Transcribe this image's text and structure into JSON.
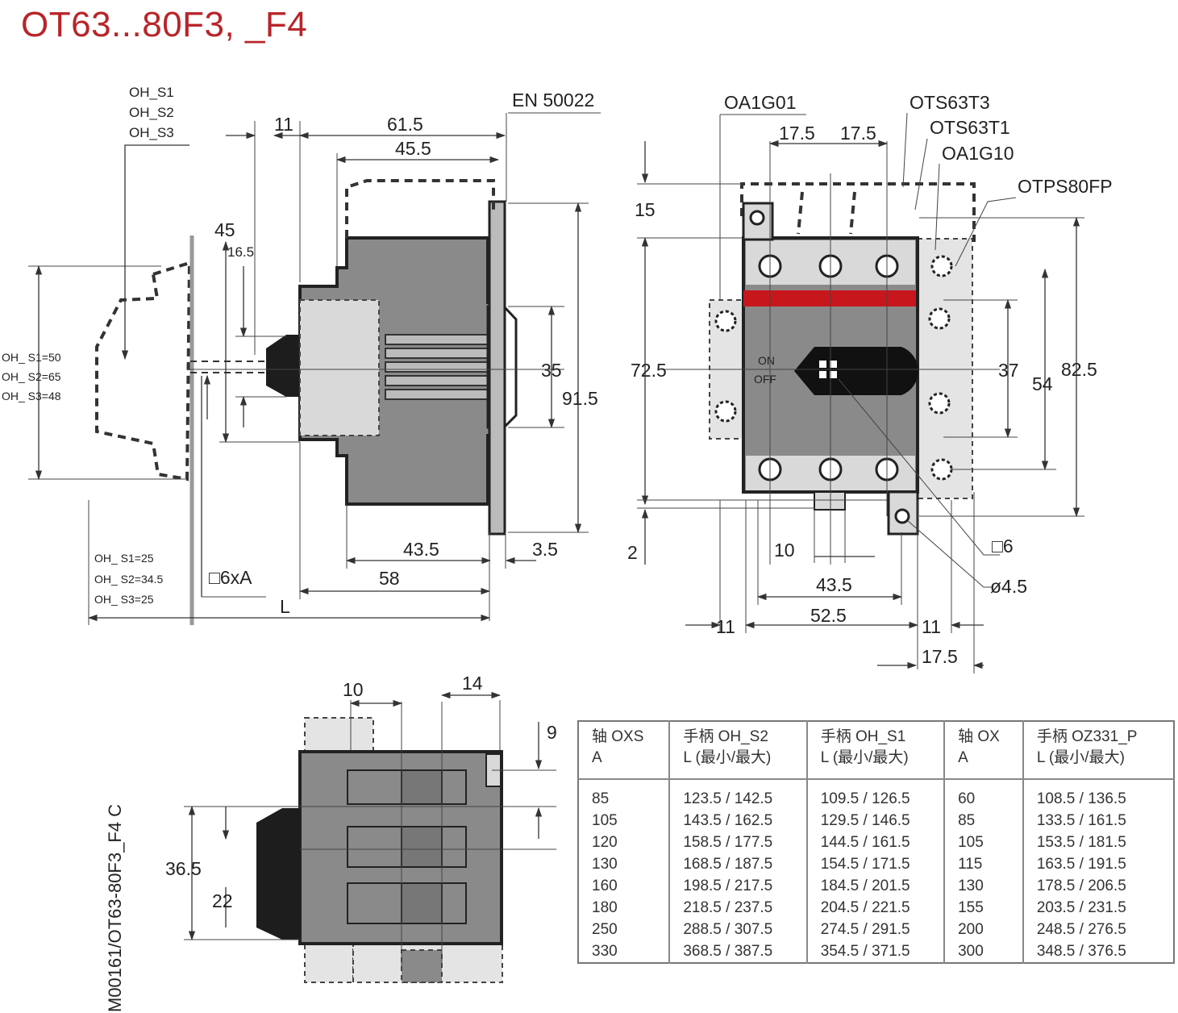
{
  "title": "OT63...80F3, _F4",
  "side_view": {
    "handle_labels": [
      "OH_S1",
      "OH_S2",
      "OH_S3"
    ],
    "handle_heights": [
      "OH_ S1=50",
      "OH_ S2=65",
      "OH_ S3=48"
    ],
    "handle_offsets": [
      "OH_ S1=25",
      "OH_ S2=34.5",
      "OH_ S3=25"
    ],
    "rail_label": "EN 50022",
    "shaft_label": "□6xA",
    "length_label": "L",
    "dims": {
      "d11": "11",
      "d61_5": "61.5",
      "d45_5": "45.5",
      "d45": "45",
      "d16_5": "16.5",
      "d35": "35",
      "d91_5": "91.5",
      "d43_5": "43.5",
      "d3_5": "3.5",
      "d58": "58"
    }
  },
  "front_view": {
    "labels": [
      "OA1G01",
      "OTS63T3",
      "OTS63T1",
      "OA1G10",
      "OTPS80FP"
    ],
    "switch_marks": [
      "ON",
      "OFF"
    ],
    "shaft_label": "□6",
    "hole_label": "ø4.5",
    "dims": {
      "d17_5a": "17.5",
      "d17_5b": "17.5",
      "d15": "15",
      "d72_5": "72.5",
      "d2": "2",
      "d37": "37",
      "d54": "54",
      "d82_5": "82.5",
      "d10": "10",
      "d43_5": "43.5",
      "d52_5": "52.5",
      "d11a": "11",
      "d11b": "11",
      "d17_5c": "17.5"
    }
  },
  "top_view": {
    "dims": {
      "d10": "10",
      "d14": "14",
      "d9": "9",
      "d36_5": "36.5",
      "d22": "22"
    }
  },
  "order_code": "M00161/OT63-80F3_F4  C",
  "table": {
    "headers": [
      {
        "line1": "轴 OXS",
        "line2": "A"
      },
      {
        "line1": "手柄 OH_S2",
        "line2": "L (最小/最大)"
      },
      {
        "line1": "手柄 OH_S1",
        "line2": "L (最小/最大)"
      },
      {
        "line1": "轴 OX",
        "line2": "A"
      },
      {
        "line1": "手柄 OZ331_P",
        "line2": "L (最小/最大)"
      }
    ],
    "rows": [
      [
        "85",
        "123.5 / 142.5",
        "109.5 / 126.5",
        "60",
        "108.5 / 136.5"
      ],
      [
        "105",
        "143.5 / 162.5",
        "129.5 / 146.5",
        "85",
        "133.5 / 161.5"
      ],
      [
        "120",
        "158.5 / 177.5",
        "144.5 / 161.5",
        "105",
        "153.5 / 181.5"
      ],
      [
        "130",
        "168.5 / 187.5",
        "154.5 / 171.5",
        "115",
        "163.5 / 191.5"
      ],
      [
        "160",
        "198.5 / 217.5",
        "184.5 / 201.5",
        "130",
        "178.5 / 206.5"
      ],
      [
        "180",
        "218.5 / 237.5",
        "204.5 / 221.5",
        "155",
        "203.5 / 231.5"
      ],
      [
        "250",
        "288.5 / 307.5",
        "274.5 / 291.5",
        "200",
        "248.5 / 276.5"
      ],
      [
        "330",
        "368.5 / 387.5",
        "354.5 / 371.5",
        "300",
        "348.5 / 376.5"
      ]
    ]
  }
}
